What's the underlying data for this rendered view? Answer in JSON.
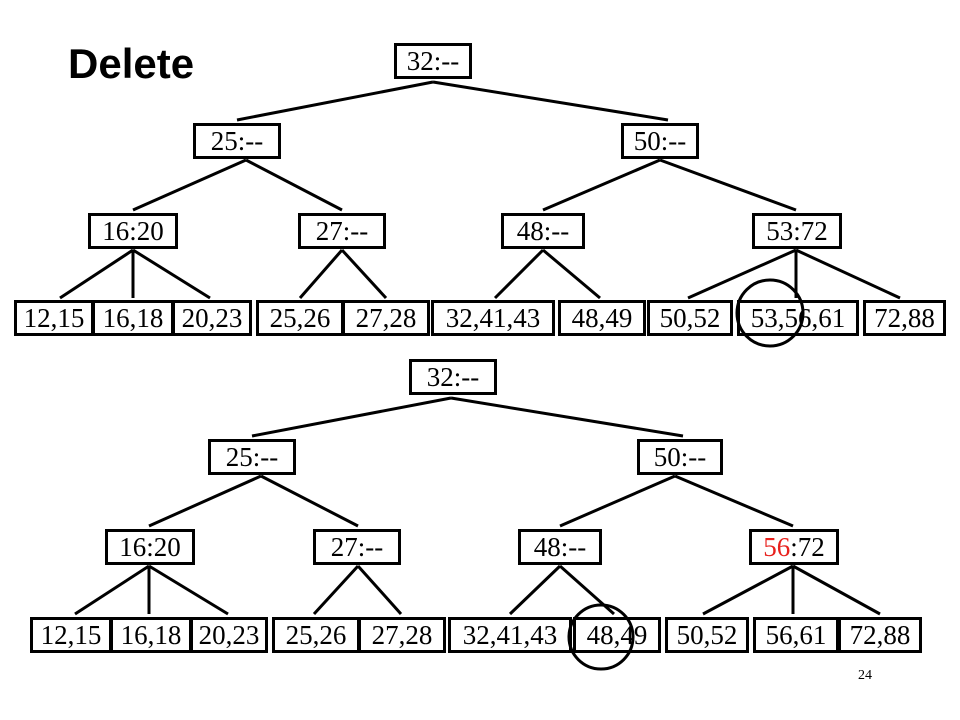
{
  "slide": {
    "title": "Delete",
    "page_number": "24"
  },
  "tree_before": {
    "root": "32:--",
    "level1": [
      "25:--",
      "50:--"
    ],
    "level2": [
      "16:20",
      "27:--",
      "48:--",
      "53:72"
    ],
    "leaves": [
      "12,15",
      "16,18",
      "20,23",
      "25,26",
      "27,28",
      "32,41,43",
      "48,49",
      "50,52",
      "53,56,61",
      "72,88"
    ],
    "circled_leaf": "53,56,61"
  },
  "tree_after": {
    "root": "32:--",
    "level1": [
      "25:--",
      "50:--"
    ],
    "level2": [
      "16:20",
      "27:--",
      "48:--"
    ],
    "updated_node": {
      "key": "56",
      "rest": ":72",
      "key_color": "#e8201c"
    },
    "leaves": [
      "12,15",
      "16,18",
      "20,23",
      "25,26",
      "27,28",
      "32,41,43",
      "48,49",
      "50,52",
      "56,61",
      "72,88"
    ],
    "circled_leaf": "48,49"
  }
}
